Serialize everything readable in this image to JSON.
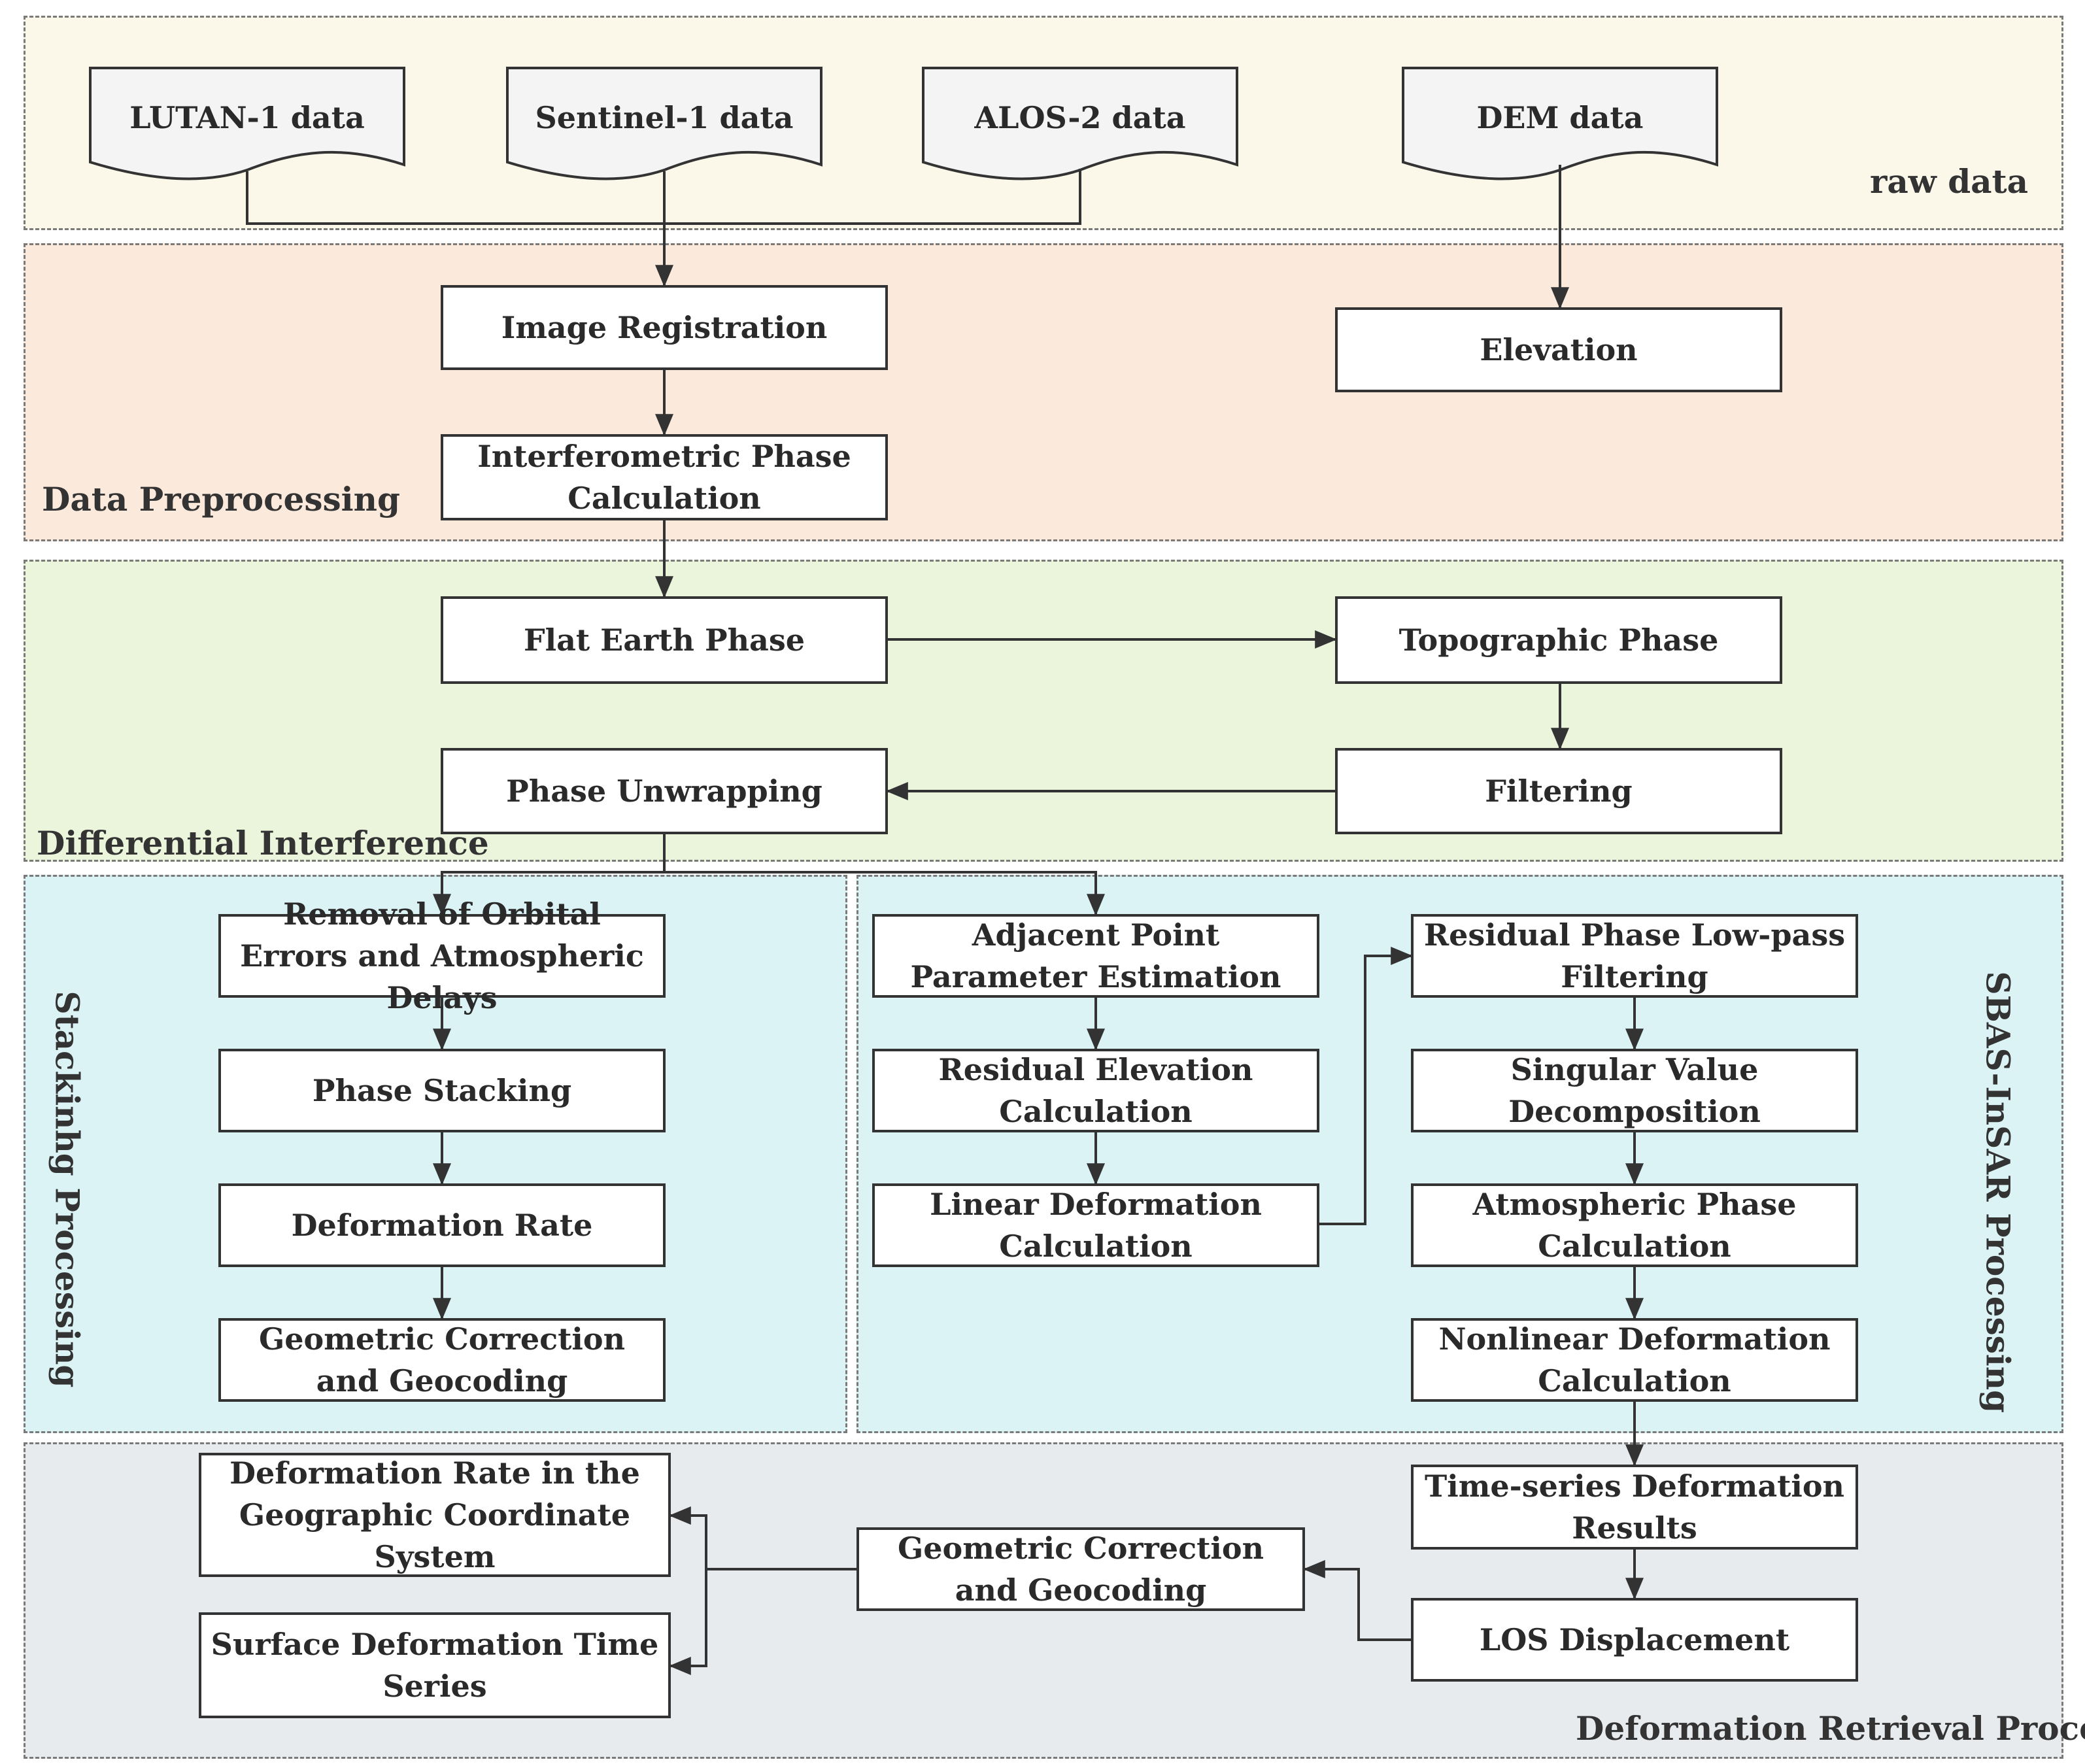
{
  "colors": {
    "raw_data_bg": "#fbf8ea",
    "preprocessing_bg": "#fbe9dc",
    "interference_bg": "#eaf5dc",
    "processing_bg": "#dbf3f4",
    "retrieval_bg": "#e7ebee",
    "box_border": "#333333",
    "arrow": "#333333"
  },
  "regions": {
    "raw": "raw data",
    "pre": "Data Preprocessing",
    "diff": "Differential Interference",
    "stack": "Stackinhg Processing",
    "sbas": "SBAS-InSAR Processing",
    "retr": "Deformation Retrieval Process"
  },
  "inputs": {
    "lutan": "LUTAN-1 data",
    "sentinel": "Sentinel-1 data",
    "alos": "ALOS-2 data",
    "dem": "DEM data"
  },
  "boxes": {
    "image_registration": "Image Registration",
    "elevation": "Elevation",
    "interferometric_phase": "Interferometric Phase Calculation",
    "flat_earth": "Flat Earth Phase",
    "topographic": "Topographic Phase",
    "filtering": "Filtering",
    "unwrapping": "Phase Unwrapping",
    "removal": "Removal of Orbital Errors and Atmospheric Delays",
    "stacking": "Phase Stacking",
    "def_rate": "Deformation Rate",
    "geo_corr_1": "Geometric Correction and Geocoding",
    "adjacent": "Adjacent Point Parameter Estimation",
    "residual_elev": "Residual Elevation Calculation",
    "linear_def": "Linear Deformation Calculation",
    "residual_lowpass": "Residual Phase Low-pass Filtering",
    "svd": "Singular Value Decomposition",
    "atmos": "Atmospheric Phase Calculation",
    "nonlinear": "Nonlinear Deformation Calculation",
    "timeseries_results": "Time-series Deformation Results",
    "los": "LOS Displacement",
    "geo_corr_2": "Geometric Correction and Geocoding",
    "def_rate_geo": "Deformation Rate in the Geographic Coordinate System",
    "surface_ts": "Surface Deformation Time Series"
  }
}
